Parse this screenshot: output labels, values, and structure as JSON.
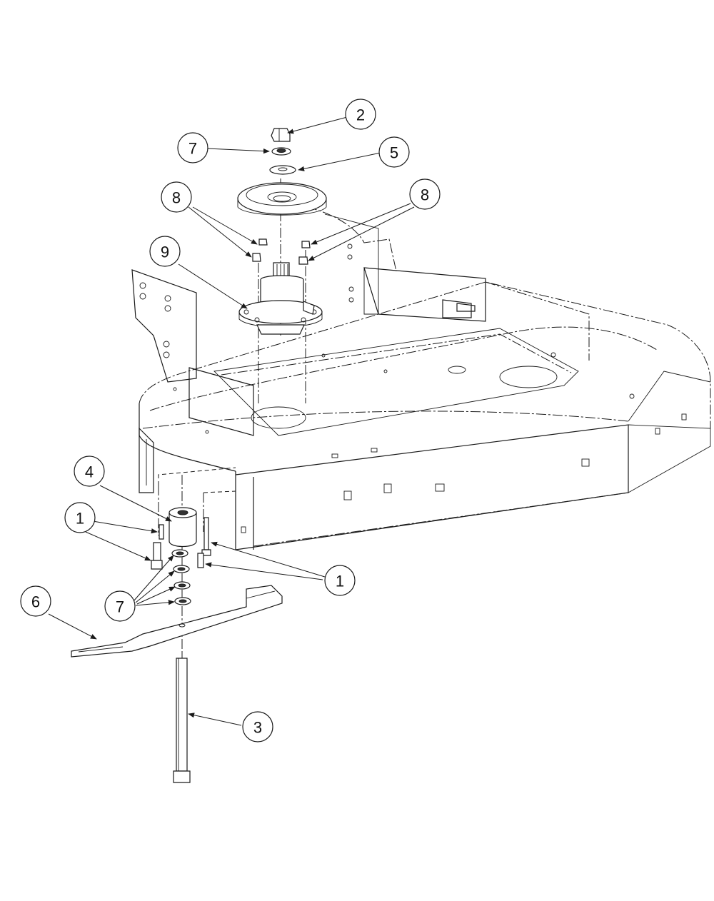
{
  "callouts": [
    {
      "id": "c2",
      "label": "2"
    },
    {
      "id": "c7a",
      "label": "7"
    },
    {
      "id": "c5",
      "label": "5"
    },
    {
      "id": "c8a",
      "label": "8"
    },
    {
      "id": "c8b",
      "label": "8"
    },
    {
      "id": "c9",
      "label": "9"
    },
    {
      "id": "c4",
      "label": "4"
    },
    {
      "id": "c1a",
      "label": "1"
    },
    {
      "id": "c1b",
      "label": "1"
    },
    {
      "id": "c7b",
      "label": "7"
    },
    {
      "id": "c6",
      "label": "6"
    },
    {
      "id": "c3",
      "label": "3"
    }
  ],
  "colors": {
    "line": "#1a1a1a",
    "background": "#ffffff"
  }
}
